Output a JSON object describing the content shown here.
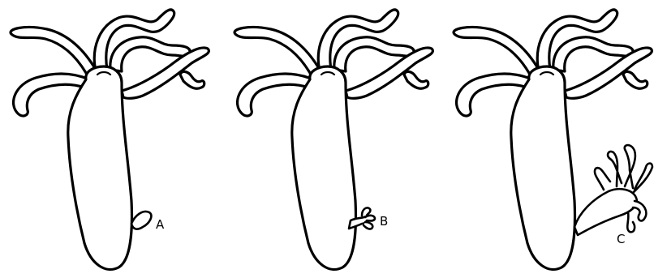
{
  "figure": {
    "stages": [
      {
        "label": "A"
      },
      {
        "label": "B"
      },
      {
        "label": "C"
      }
    ]
  }
}
